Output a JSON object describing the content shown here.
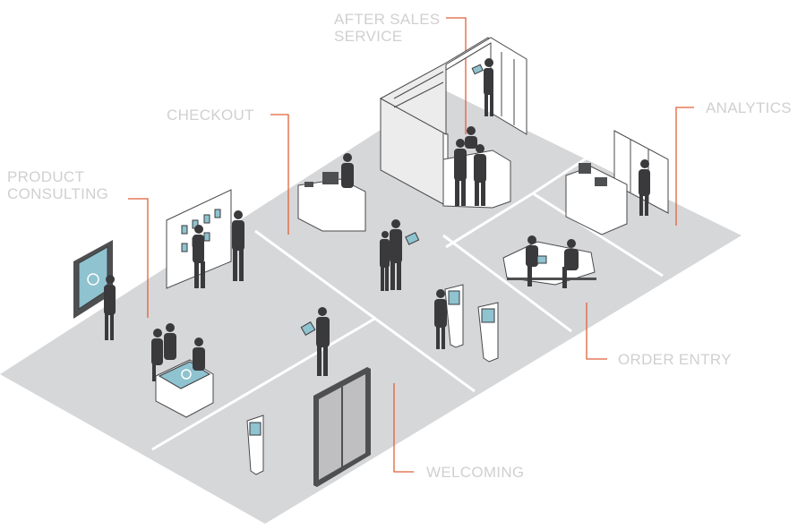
{
  "labels": {
    "after_sales_line1": "AFTER SALES",
    "after_sales_line2": "SERVICE",
    "checkout": "CHECKOUT",
    "product_consulting_line1": "PRODUCT",
    "product_consulting_line2": "CONSULTING",
    "analytics": "ANALYTICS",
    "order_entry": "ORDER ENTRY",
    "welcoming": "WELCOMING"
  },
  "colors": {
    "floor": "#d6d7d9",
    "label_text": "#d0d0d0",
    "leader_line": "#e0623a",
    "figure": "#3a3a3c",
    "screen": "#8ec3cf"
  }
}
